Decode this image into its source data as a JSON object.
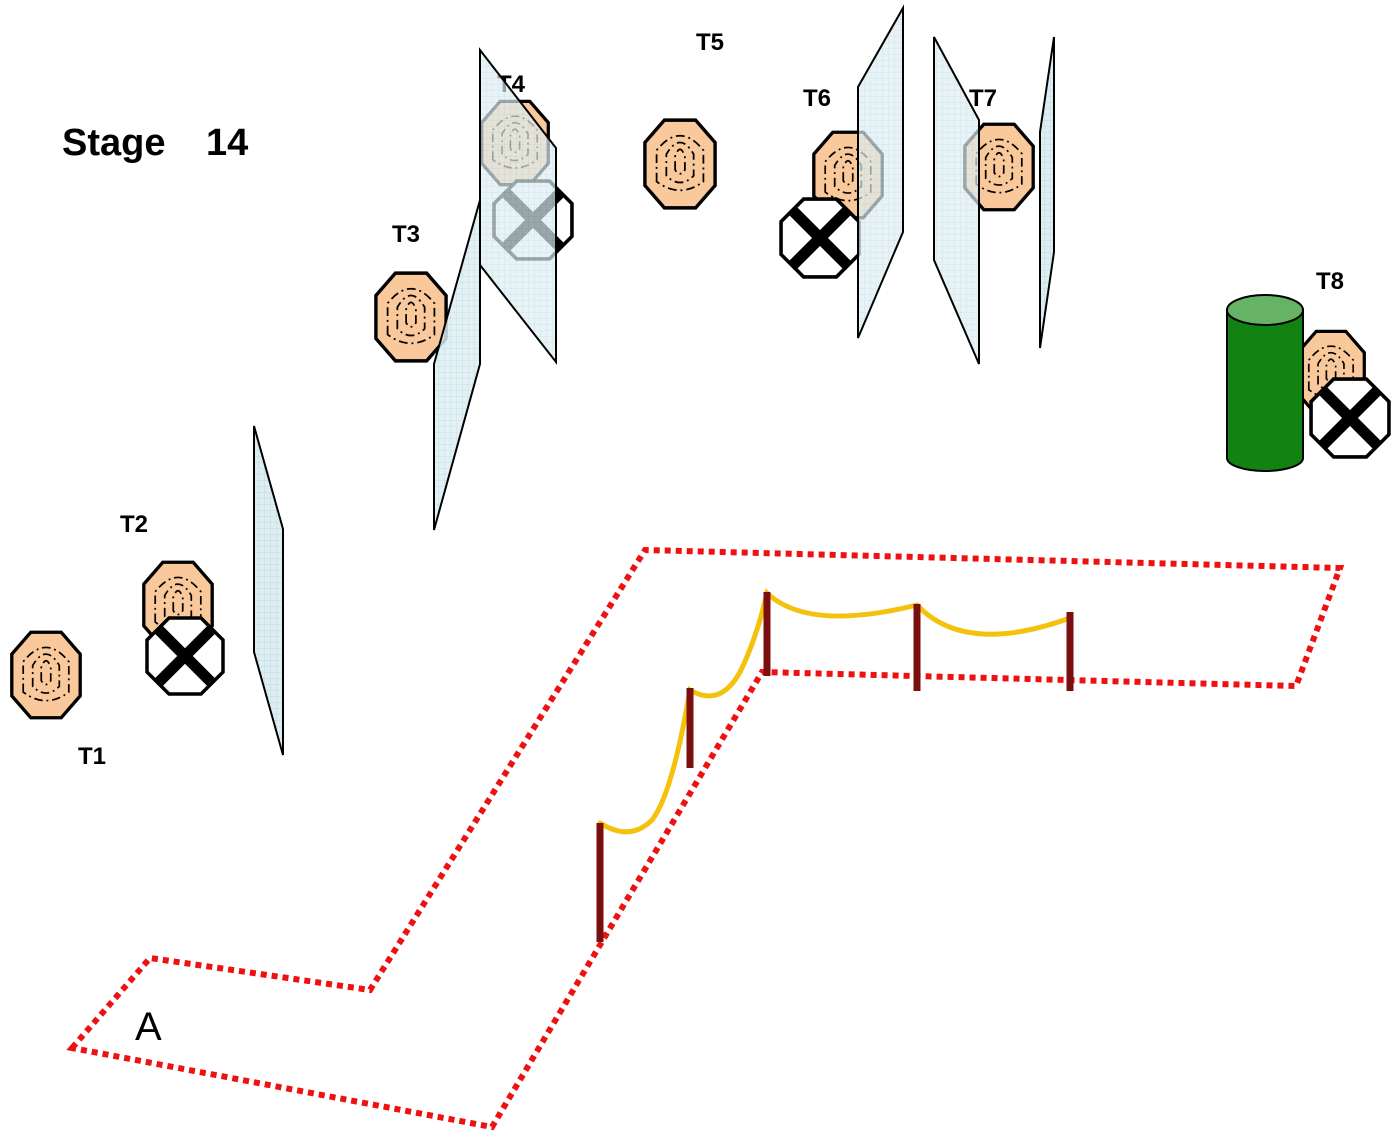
{
  "stage_label": "Stage",
  "stage_number": "14",
  "area_label": "A",
  "target_labels": {
    "t1": "T1",
    "t2": "T2",
    "t3": "T3",
    "t4": "T4",
    "t5": "T5",
    "t6": "T6",
    "t7": "T7",
    "t8": "T8"
  },
  "colors": {
    "shoot_target": "#F9C89B",
    "no_shoot": "#FFFFFF",
    "hard_cover": "#DDEEF2",
    "barrel_body": "#128212",
    "barrel_top": "#66B366",
    "fault_line": "#EE1111",
    "rope": "#F4C20D",
    "post": "#7B0E0E"
  }
}
